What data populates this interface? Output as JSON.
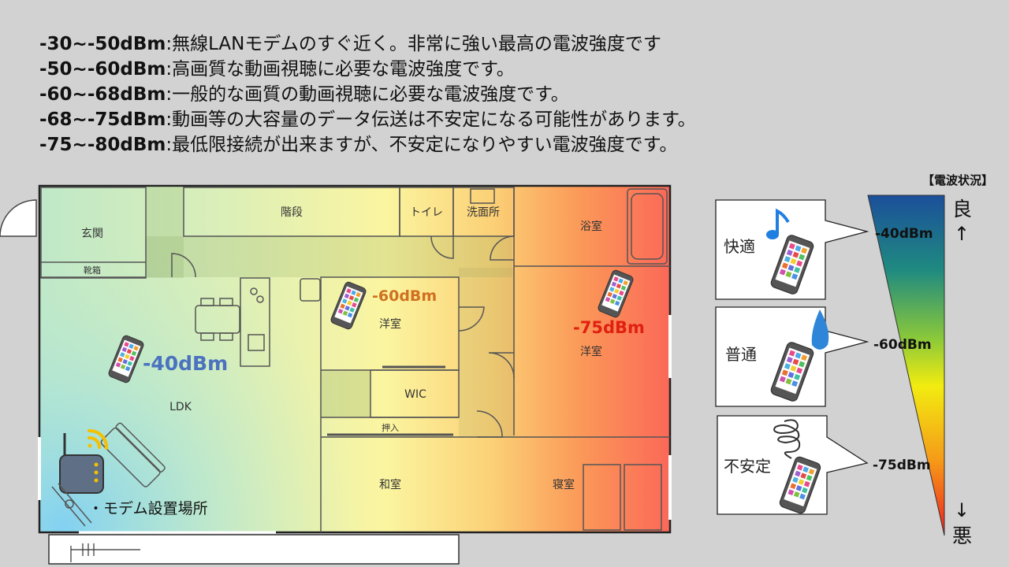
{
  "legend": [
    {
      "range": "-30~-50dBm",
      "sep": ":",
      "desc": "無線LANモデムのすぐ近く。非常に強い最高の電波強度です"
    },
    {
      "range": "-50~-60dBm",
      "sep": ":",
      "desc": "高画質な動画視聴に必要な電波強度です。"
    },
    {
      "range": "-60~-68dBm",
      "sep": ":",
      "desc": "一般的な画質の動画視聴に必要な電波強度です。"
    },
    {
      "range": "-68~-75dBm",
      "sep": ":",
      "desc": "動画等の大容量のデータ伝送は不安定になる可能性があります。"
    },
    {
      "range": "-75~-80dBm",
      "sep": ":",
      "desc": "最低限接続が出来ますが、不安定になりやすい電波強度です。"
    }
  ],
  "rooms": {
    "entrance": "玄関",
    "shoe": "靴箱",
    "stairs": "階段",
    "toilet": "トイレ",
    "washroom": "洗面所",
    "bath": "浴室",
    "western1": "洋室",
    "western2": "洋室",
    "wic": "WIC",
    "ldk": "LDK",
    "closet": "押入",
    "japanese": "和室",
    "bedroom": "寝室"
  },
  "readings": {
    "ldk": "-40dBm",
    "western1": "-60dBm",
    "western2": "-75dBm"
  },
  "readingColors": {
    "ldk": "#4a72c0",
    "western1": "#d07020",
    "western2": "#e02010"
  },
  "modem_label": "・モデム設置場所",
  "signal_panel": {
    "title": "【電波状況】",
    "good": "良",
    "bad": "悪",
    "up_arrow": "↑",
    "down_arrow": "↓",
    "ticks": [
      "-40dBm",
      "-60dBm",
      "-75dBm"
    ]
  },
  "states": [
    {
      "label": "快適",
      "icon": "music-note-icon"
    },
    {
      "label": "普通",
      "icon": "sweat-drop-icon"
    },
    {
      "label": "不安定",
      "icon": "dizzy-spiral-icon"
    }
  ]
}
